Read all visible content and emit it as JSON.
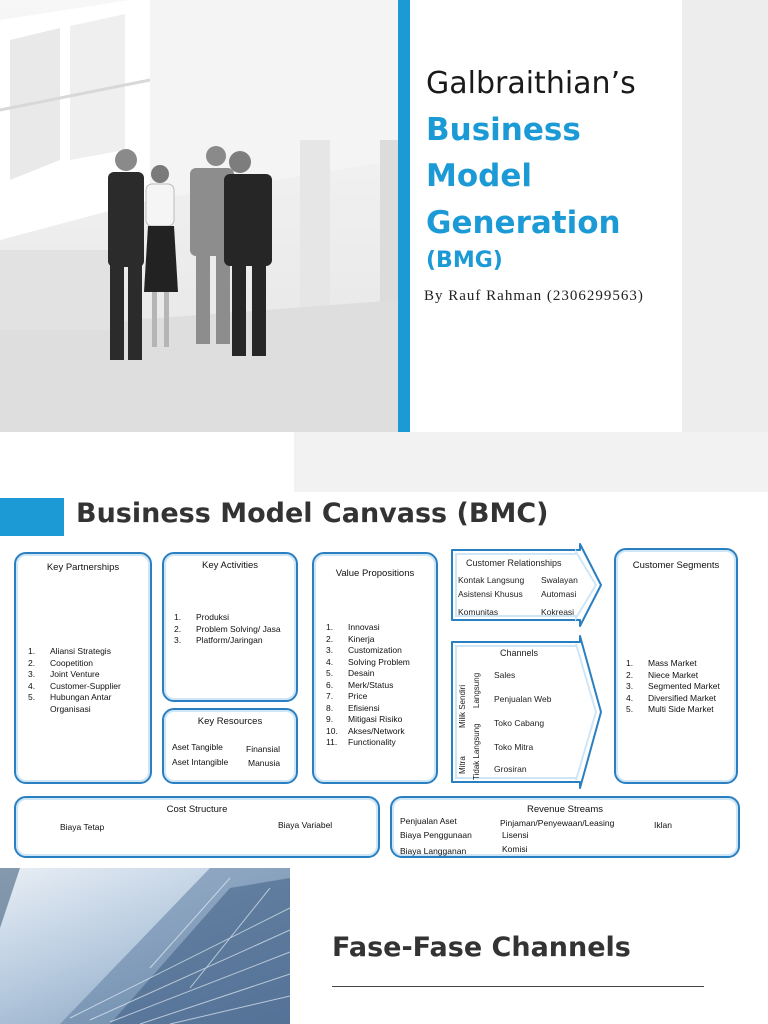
{
  "slide1": {
    "title_line1": "Galbraithian’s",
    "title_line2": "Business",
    "title_line3": "Model",
    "title_line4": "Generation",
    "title_abbrev": "(BMG)",
    "author": "By Rauf Rahman (2306299563)"
  },
  "slide2": {
    "title": "Business Model Canvass (BMC)",
    "key_partnerships": {
      "title": "Key Partnerships",
      "items": [
        {
          "n": "1.",
          "t": "Aliansi Strategis"
        },
        {
          "n": "2.",
          "t": "Coopetition"
        },
        {
          "n": "3.",
          "t": "Joint Venture"
        },
        {
          "n": "4.",
          "t": "Customer-Supplier"
        },
        {
          "n": "5.",
          "t": "Hubungan Antar Organisasi"
        }
      ]
    },
    "key_activities": {
      "title": "Key Activities",
      "items": [
        {
          "n": "1.",
          "t": "Produksi"
        },
        {
          "n": "2.",
          "t": "Problem Solving/ Jasa"
        },
        {
          "n": "3.",
          "t": "Platform/Jaringan"
        }
      ]
    },
    "key_resources": {
      "title": "Key Resources",
      "a1": "Aset Tangible",
      "a2": "Aset Intangible",
      "b1": "Finansial",
      "b2": "Manusia"
    },
    "value_propositions": {
      "title": "Value Propositions",
      "items": [
        {
          "n": "1.",
          "t": "Innovasi"
        },
        {
          "n": "2.",
          "t": "Kinerja"
        },
        {
          "n": "3.",
          "t": "Customization"
        },
        {
          "n": "4.",
          "t": "Solving Problem"
        },
        {
          "n": "5.",
          "t": "Desain"
        },
        {
          "n": "6.",
          "t": "Merk/Status"
        },
        {
          "n": "7.",
          "t": "Price"
        },
        {
          "n": "8.",
          "t": "Efisiensi"
        },
        {
          "n": "9.",
          "t": "Mitigasi Risiko"
        },
        {
          "n": "10.",
          "t": "Akses/Network"
        },
        {
          "n": "11.",
          "t": "Functionality"
        }
      ]
    },
    "customer_relationships": {
      "title": "Customer Relationships",
      "c1": "Kontak Langsung",
      "c2": "Asistensi Khusus",
      "c3": "Komunitas",
      "c4": "Swalayan",
      "c5": "Automasi",
      "c6": "Kokreasi"
    },
    "channels": {
      "title": "Channels",
      "v_milik": "Milik Sendiri",
      "v_mitra": "Mitra",
      "v_langsung": "Langsung",
      "v_tidak_langsung": "Tidak Langsung",
      "items": [
        "Sales",
        "Penjualan Web",
        "Toko Cabang",
        "Toko Mitra",
        "Grosiran"
      ]
    },
    "customer_segments": {
      "title": "Customer Segments",
      "items": [
        {
          "n": "1.",
          "t": "Mass Market"
        },
        {
          "n": "2.",
          "t": "Niece Market"
        },
        {
          "n": "3.",
          "t": "Segmented Market"
        },
        {
          "n": "4.",
          "t": "Diversified Market"
        },
        {
          "n": "5.",
          "t": "Multi Side Market"
        }
      ]
    },
    "cost_structure": {
      "title": "Cost Structure",
      "c1": "Biaya Tetap",
      "c2": "Biaya Variabel"
    },
    "revenue_streams": {
      "title": "Revenue Streams",
      "r1": "Penjualan Aset",
      "r2": "Biaya Penggunaan",
      "r3": "Biaya Langganan",
      "r4": "Pinjaman/Penyewaan/Leasing",
      "r5": "Lisensi",
      "r6": "Komisi",
      "r7": "Iklan"
    }
  },
  "slide3": {
    "title": "Fase-Fase Channels"
  },
  "colors": {
    "accent": "#1b9ad6",
    "box_border": "#2a7fc1"
  }
}
